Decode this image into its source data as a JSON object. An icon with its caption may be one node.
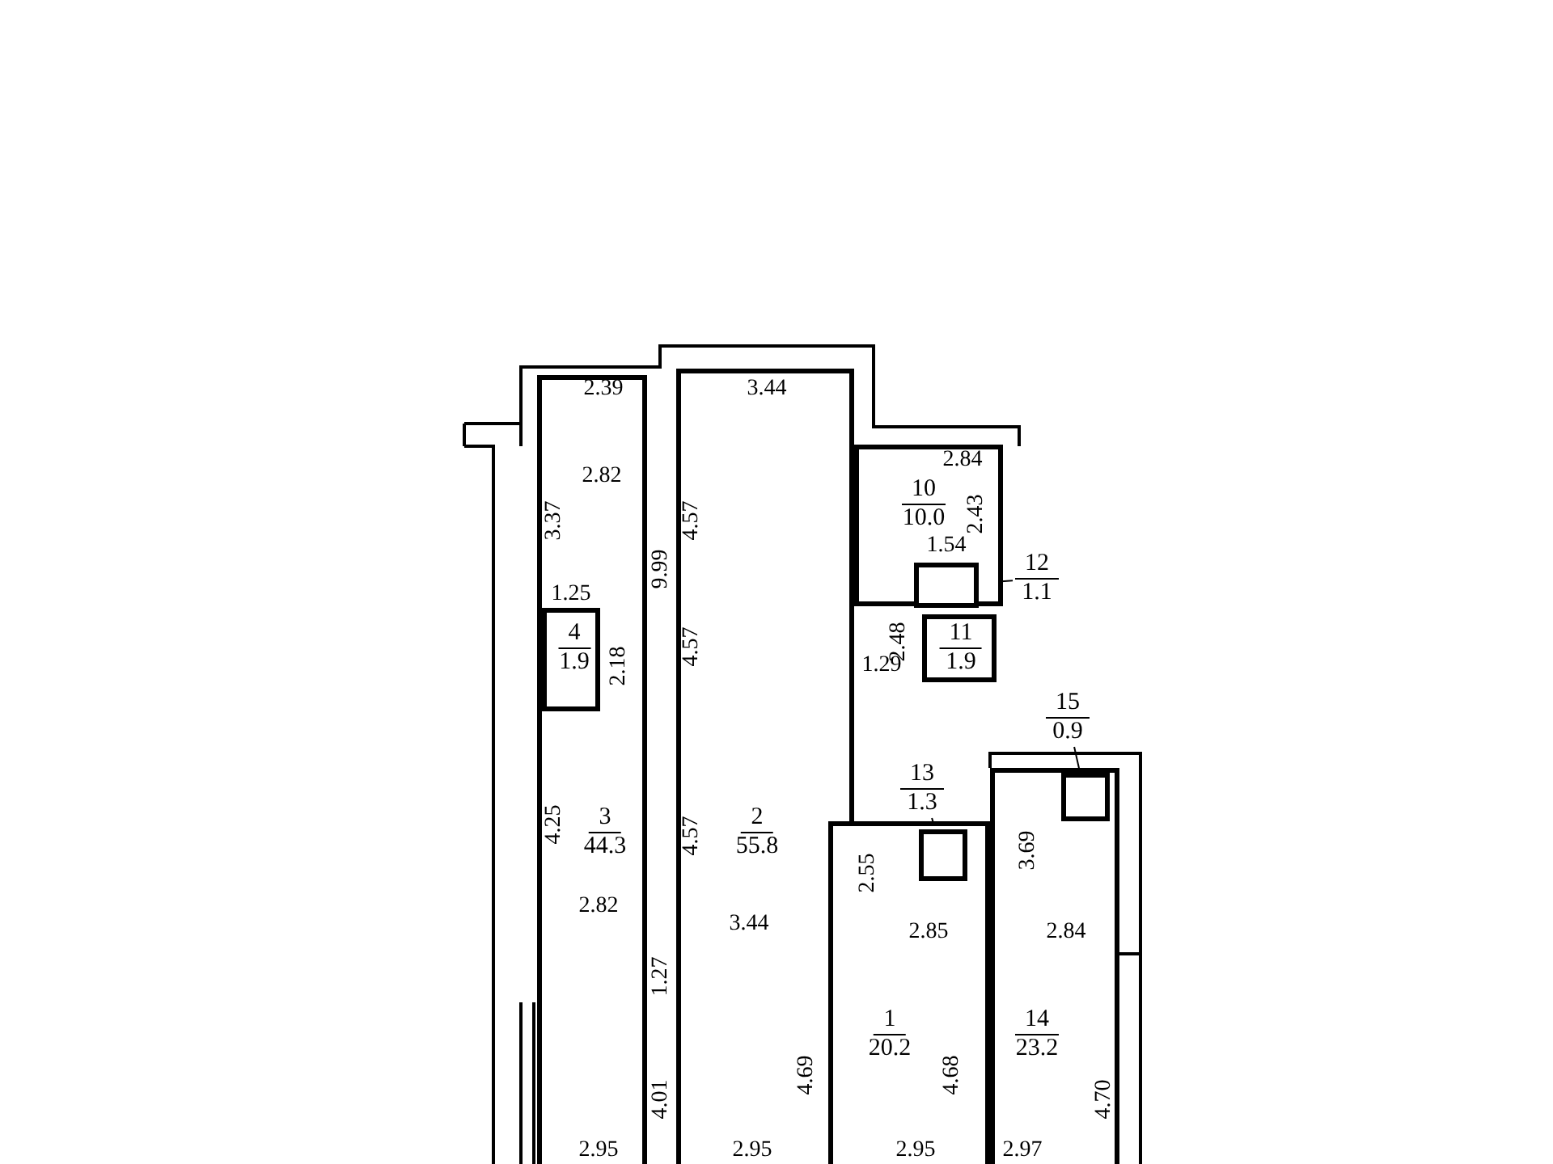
{
  "diagram": {
    "nodes": [
      {
        "text": [
          "10",
          "10.0"
        ]
      },
      {
        "text": [],
        "shape": "box",
        "in": 0
      },
      {
        "text": [
          "12",
          "1.1"
        ]
      },
      {
        "text": [
          "11",
          "1.9"
        ]
      },
      {
        "text": [
          "3",
          "44.3"
        ]
      },
      {
        "text": [
          "4",
          "1.9"
        ],
        "in": 4
      },
      {
        "text": [
          "2",
          "55.8"
        ]
      },
      {
        "text": [
          "15",
          "0.9"
        ]
      },
      {
        "text": [
          "13",
          "1.3"
        ]
      },
      {
        "text": [
          "1",
          "20.2"
        ]
      },
      {
        "text": [],
        "shape": "box",
        "in": 9
      },
      {
        "text": [
          "14",
          "23.2"
        ]
      },
      {
        "text": [],
        "shape": "box",
        "in": 11
      }
    ],
    "edges": [
      {
        "from": 2,
        "to": 1,
        "arrow": "none"
      },
      {
        "from": 7,
        "to": 12,
        "arrow": "none"
      },
      {
        "from": 8,
        "to": 10,
        "arrow": "none"
      }
    ],
    "labels": [
      "2.39",
      "3.44",
      "2.84",
      "2.82",
      "3.37",
      "4.57",
      "2.43",
      "1.54",
      "9.99",
      "1.25",
      "2.18",
      "4.57",
      "1.29",
      "2.48",
      "4.25",
      "4.57",
      "2.55",
      "3.69",
      "2.82",
      "3.44",
      "2.85",
      "2.84",
      "1.27",
      "4.01",
      "4.69",
      "4.68",
      "4.70",
      "2.95",
      "2.95",
      "2.95",
      "2.97"
    ]
  }
}
